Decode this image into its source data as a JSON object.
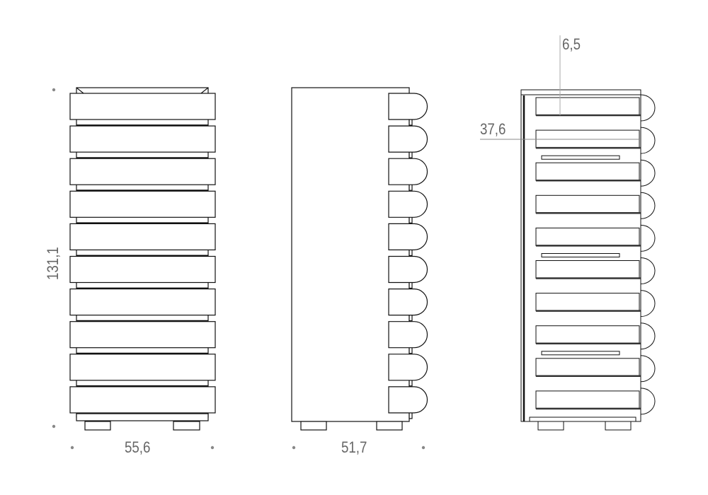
{
  "title": "Chest of drawers dimension drawing",
  "drawer_count": 10,
  "dimensions": {
    "front_width": "55,6",
    "side_depth": "51,7",
    "height": "131,1",
    "section_top": "6,5",
    "section_depth": "37,6"
  },
  "colors": {
    "line": "#111111",
    "dim": "#777777"
  }
}
